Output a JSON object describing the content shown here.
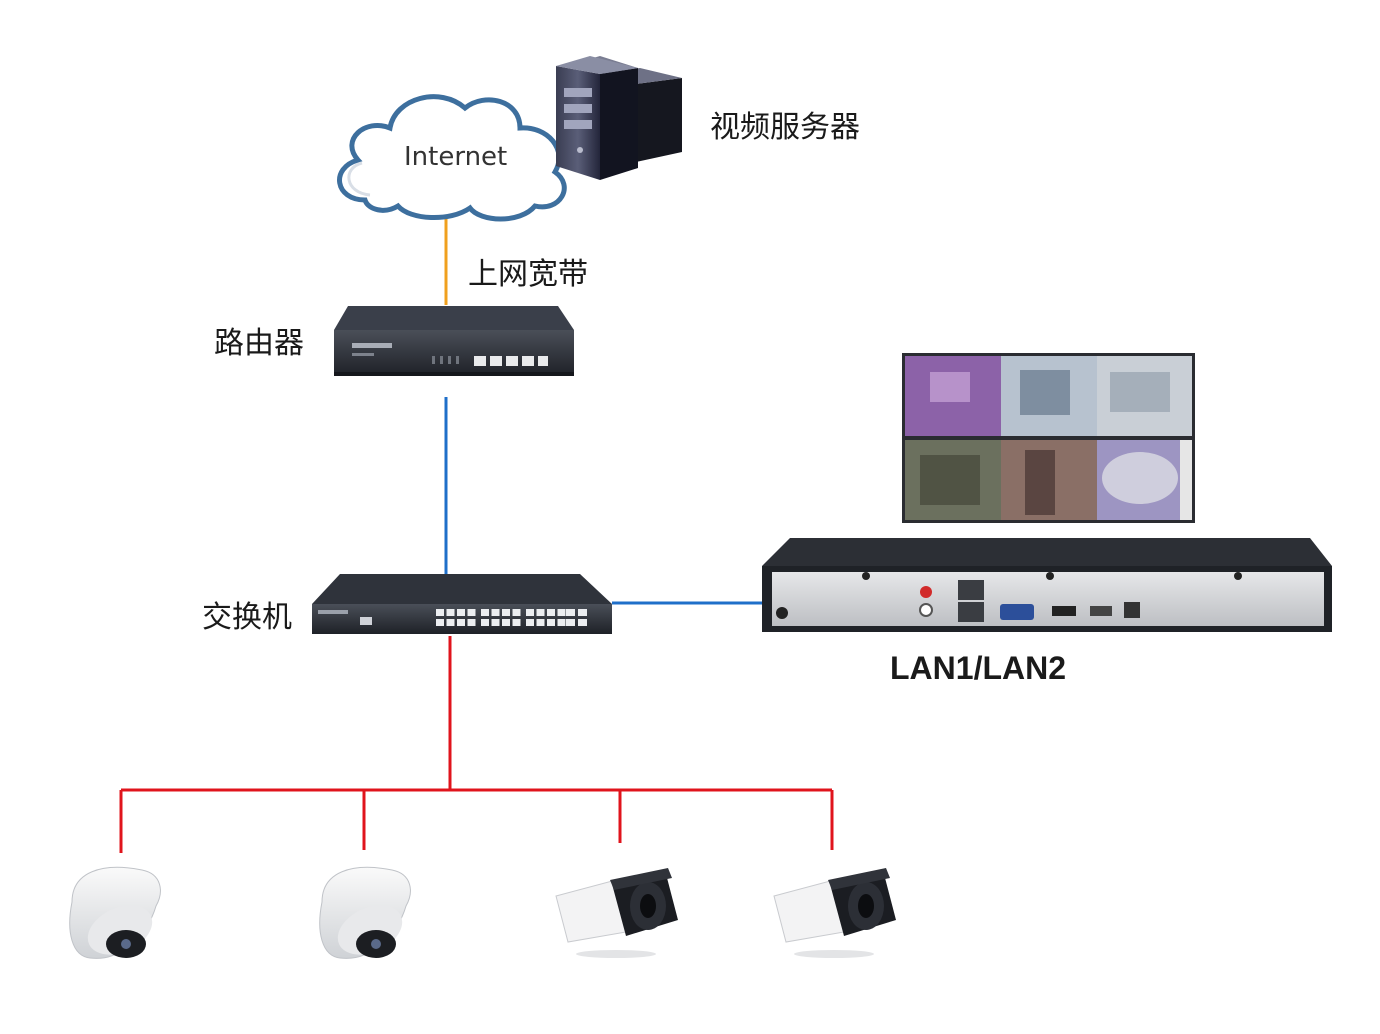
{
  "labels": {
    "internet": "Internet",
    "server": "视频服务器",
    "broadband": "上网宽带",
    "router": "路由器",
    "switch": "交换机",
    "nvr_ports": "LAN1/LAN2"
  },
  "colors": {
    "broadband_line": "#f0a01e",
    "router_switch_line": "#1f6fc9",
    "switch_nvr_line": "#1f6fc9",
    "camera_lines": "#e0141c",
    "cloud_stroke": "#3d6f9e",
    "device_dark": "#2b2f36",
    "background": "#ffffff"
  },
  "devices": [
    {
      "id": "internet",
      "icon": "cloud-icon"
    },
    {
      "id": "server",
      "icon": "tower-server-icon"
    },
    {
      "id": "router",
      "icon": "router-icon"
    },
    {
      "id": "switch",
      "icon": "switch-icon"
    },
    {
      "id": "monitor",
      "icon": "monitor-icon"
    },
    {
      "id": "nvr",
      "icon": "nvr-icon"
    },
    {
      "id": "camera-1",
      "icon": "dome-camera-icon"
    },
    {
      "id": "camera-2",
      "icon": "dome-camera-icon"
    },
    {
      "id": "camera-3",
      "icon": "bullet-camera-icon"
    },
    {
      "id": "camera-4",
      "icon": "bullet-camera-icon"
    }
  ]
}
